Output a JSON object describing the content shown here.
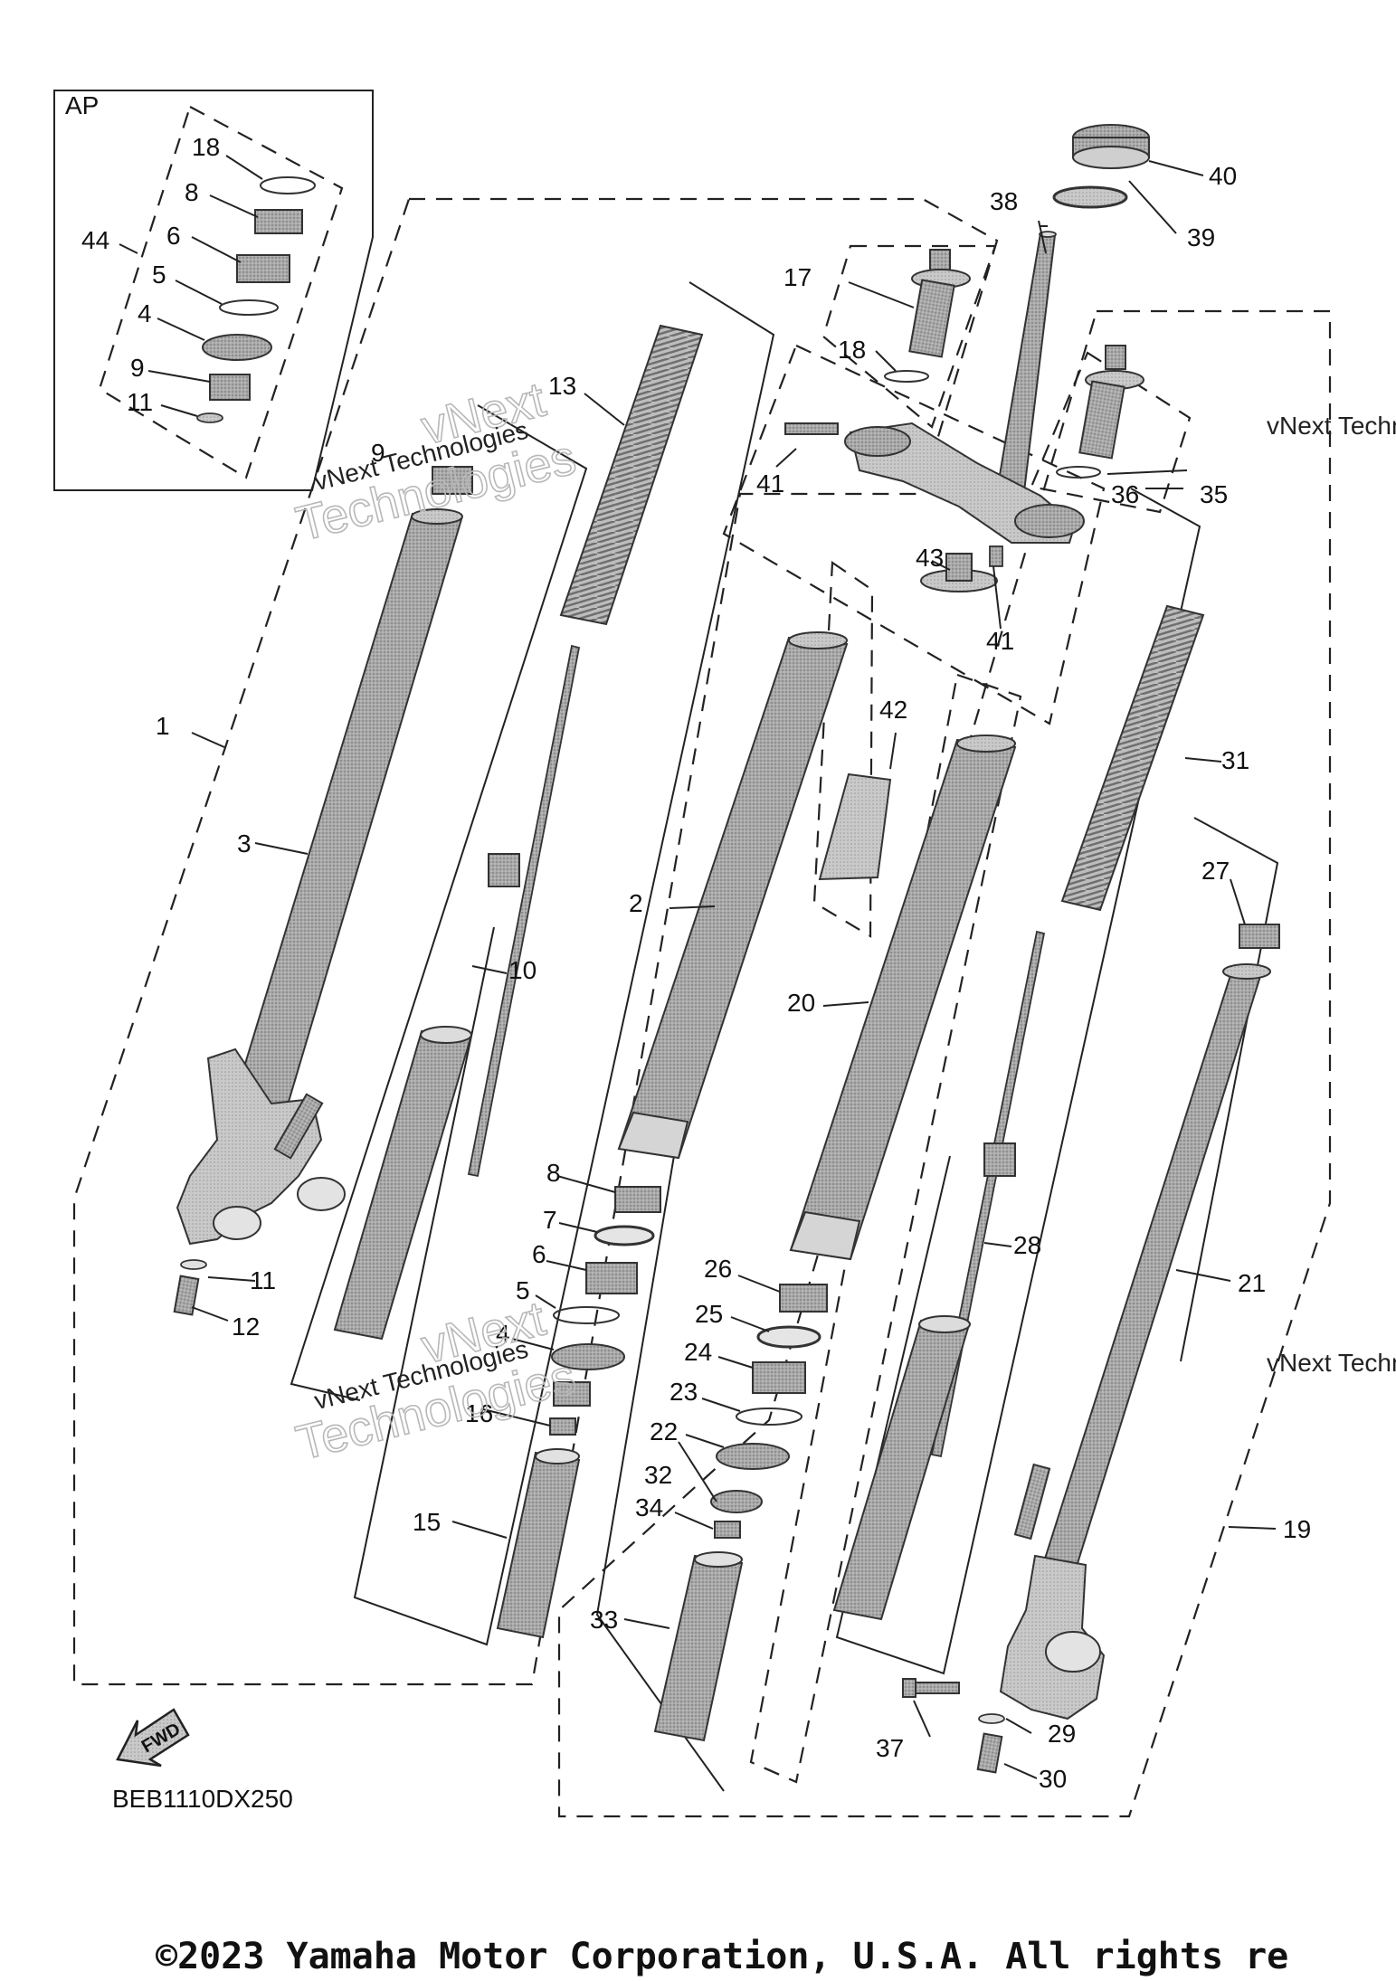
{
  "diagram": {
    "inset_label": "AP",
    "code": "BEB1110DX250",
    "fwd_label": "FWD",
    "copyright": "©2023 Yamaha Motor Corporation, U.S.A. All rights re",
    "watermark": {
      "line1": "vNext",
      "line2": "vNext Technologies",
      "line3": "Technologies"
    },
    "callouts": {
      "c1": "1",
      "c2": "2",
      "c3": "3",
      "c4a": "4",
      "c4b": "4",
      "c5a": "5",
      "c5b": "5",
      "c6a": "6",
      "c6b": "6",
      "c7": "7",
      "c8a": "8",
      "c8b": "8",
      "c9a": "9",
      "c9b": "9",
      "c10": "10",
      "c11a": "11",
      "c11b": "11",
      "c12": "12",
      "c13": "13",
      "c15": "15",
      "c16": "16",
      "c17": "17",
      "c18a": "18",
      "c18b": "18",
      "c19": "19",
      "c20": "20",
      "c21": "21",
      "c22": "22",
      "c23": "23",
      "c24": "24",
      "c25": "25",
      "c26": "26",
      "c27": "27",
      "c28": "28",
      "c29": "29",
      "c30": "30",
      "c31": "31",
      "c32": "32",
      "c33": "33",
      "c34": "34",
      "c35": "35",
      "c36": "36",
      "c37": "37",
      "c38": "38",
      "c39": "39",
      "c40": "40",
      "c41a": "41",
      "c41b": "41",
      "c42": "42",
      "c43": "43",
      "c44": "44"
    }
  }
}
